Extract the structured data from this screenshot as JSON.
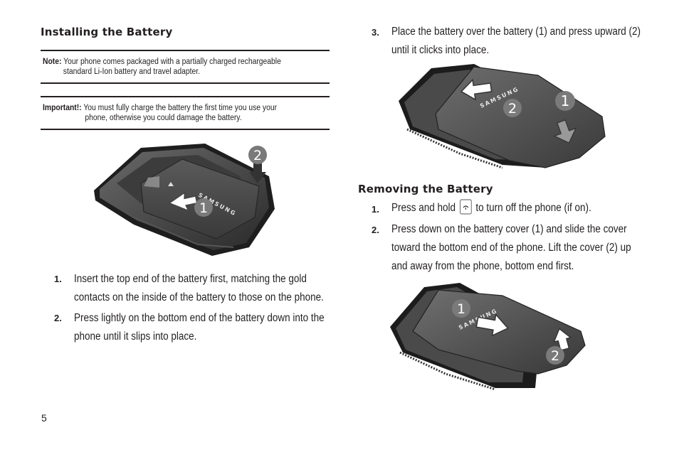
{
  "left": {
    "heading": "Installing the Battery",
    "note": {
      "label": "Note:",
      "line1": "Your phone comes packaged with a partially charged rechargeable",
      "line2": "standard Li-Ion battery and travel adapter."
    },
    "important": {
      "label": "Important!:",
      "line1": "You must fully charge the battery the first time you use your",
      "line2": "phone, otherwise you could damage the battery."
    },
    "figure": {
      "brand": "SAMSUNG",
      "callout1": "1",
      "callout2": "2"
    },
    "steps": [
      {
        "num": "1.",
        "line1": "Insert the top end of the battery first, matching the gold",
        "line2": "contacts on the inside of the battery to those on the phone."
      },
      {
        "num": "2.",
        "line1": "Press lightly on the bottom end of the battery down into the",
        "line2": "phone until it slips into place."
      }
    ]
  },
  "right": {
    "step3": {
      "num": "3.",
      "line1": "Place the battery over the battery (1) and press upward (2)",
      "line2": "until it clicks into place."
    },
    "figure_top": {
      "brand": "SAMSUNG",
      "callout1": "1",
      "callout2": "2"
    },
    "heading": "Removing the Battery",
    "steps": [
      {
        "num": "1.",
        "before": "Press and hold",
        "icon": "end-power-key-icon",
        "after": "to turn off the phone (if on)."
      },
      {
        "num": "2.",
        "line1": "Press down on the battery cover (1) and slide the cover",
        "line2": "toward the bottom end of the phone. Lift the cover (2) up",
        "line3": "and away from the phone, bottom end first."
      }
    ],
    "figure_bottom": {
      "brand": "SAMSUNG",
      "callout1": "1",
      "callout2": "2"
    }
  },
  "page_number": "5"
}
